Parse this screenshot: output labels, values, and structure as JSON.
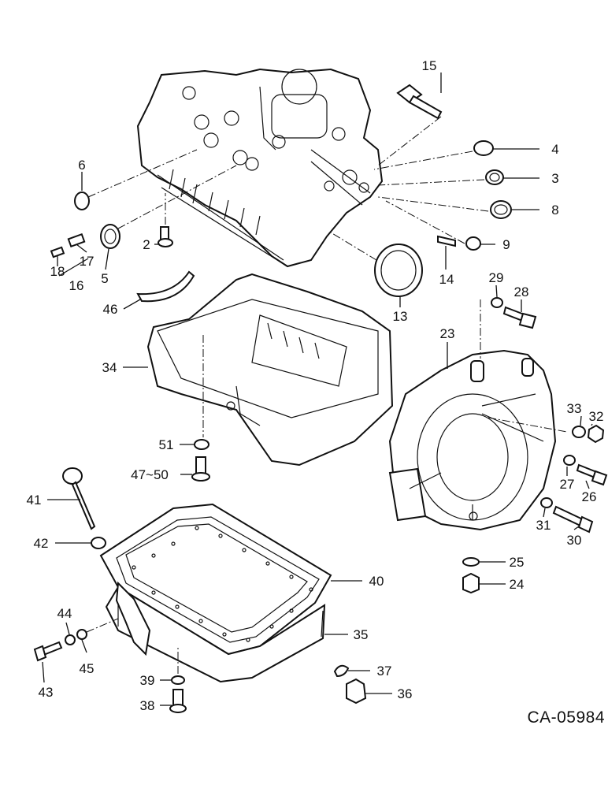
{
  "diagram": {
    "drawing_code": "CA-05984",
    "callouts": [
      "2",
      "3",
      "4",
      "5",
      "6",
      "8",
      "9",
      "13",
      "14",
      "15",
      "16",
      "17",
      "18",
      "23",
      "24",
      "25",
      "26",
      "27",
      "28",
      "29",
      "30",
      "31",
      "32",
      "33",
      "34",
      "35",
      "36",
      "37",
      "38",
      "39",
      "40",
      "41",
      "42",
      "43",
      "44",
      "45",
      "46",
      "47~50",
      "51"
    ]
  }
}
